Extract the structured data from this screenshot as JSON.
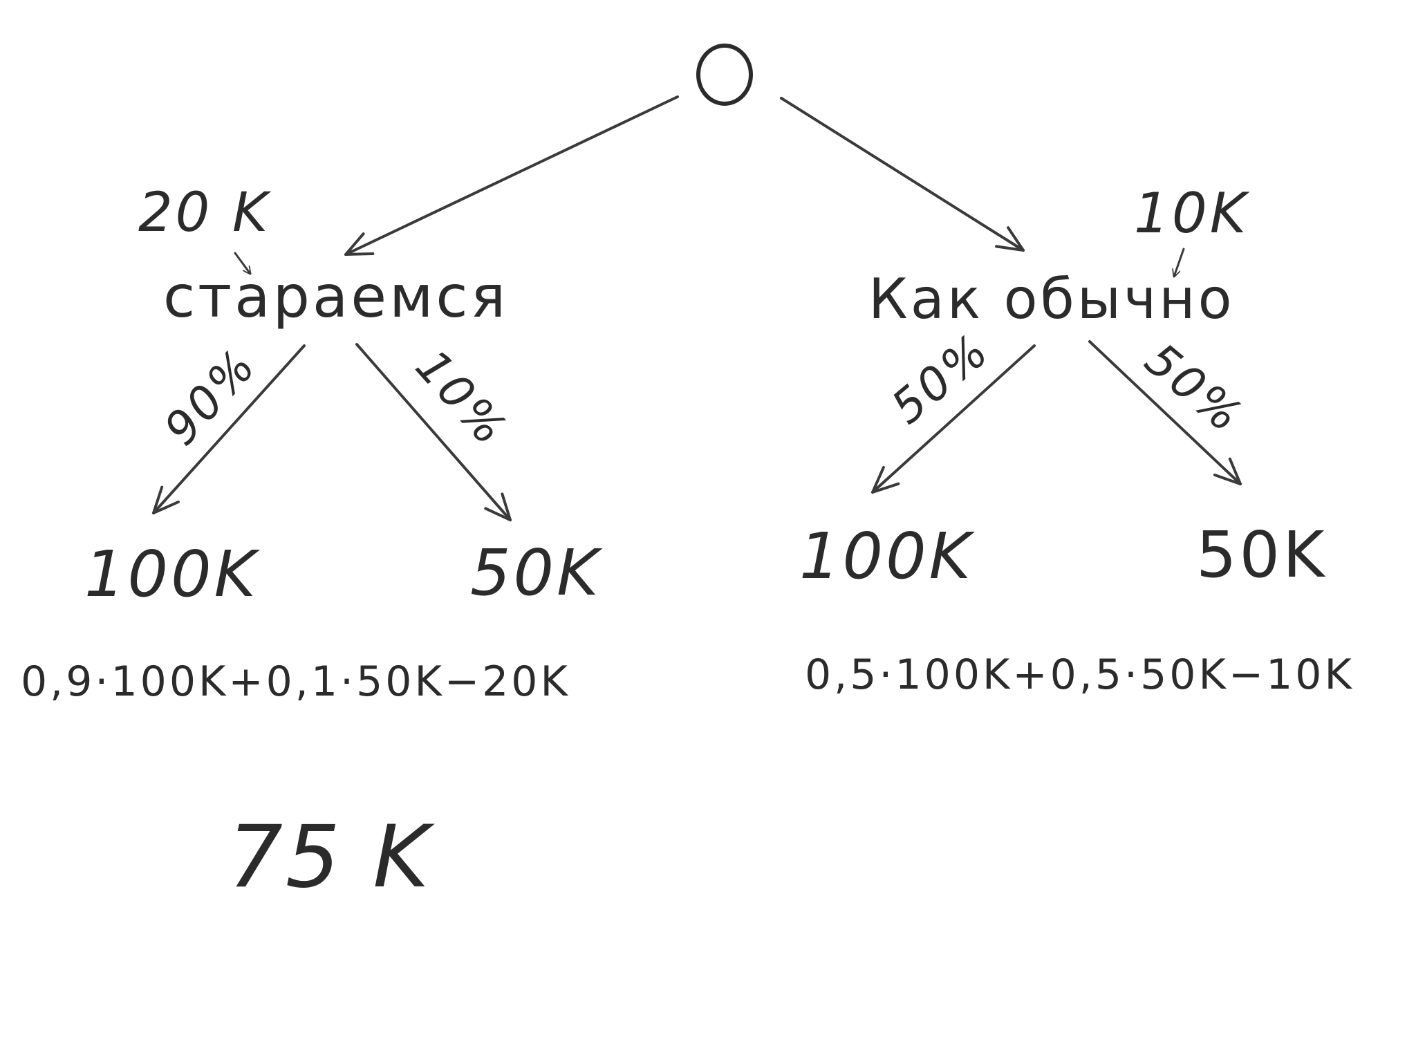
{
  "tree": {
    "root": {
      "label": ""
    },
    "branches": [
      {
        "id": "left",
        "name": "стараемся",
        "cost": "20 K",
        "outcomes": [
          {
            "prob": "90%",
            "value": "100K"
          },
          {
            "prob": "10%",
            "value": "50K"
          }
        ],
        "formula": "0,9·100K+0,1·50K−20K",
        "result": "75 K"
      },
      {
        "id": "right",
        "name": "Как обычно",
        "cost": "10K",
        "outcomes": [
          {
            "prob": "50%",
            "value": "100K"
          },
          {
            "prob": "50%",
            "value": "50K"
          }
        ],
        "formula": "0,5·100K+0,5·50K−10K"
      }
    ]
  },
  "colors": {
    "ink": "#2b2b2b",
    "background": "#ffffff"
  }
}
